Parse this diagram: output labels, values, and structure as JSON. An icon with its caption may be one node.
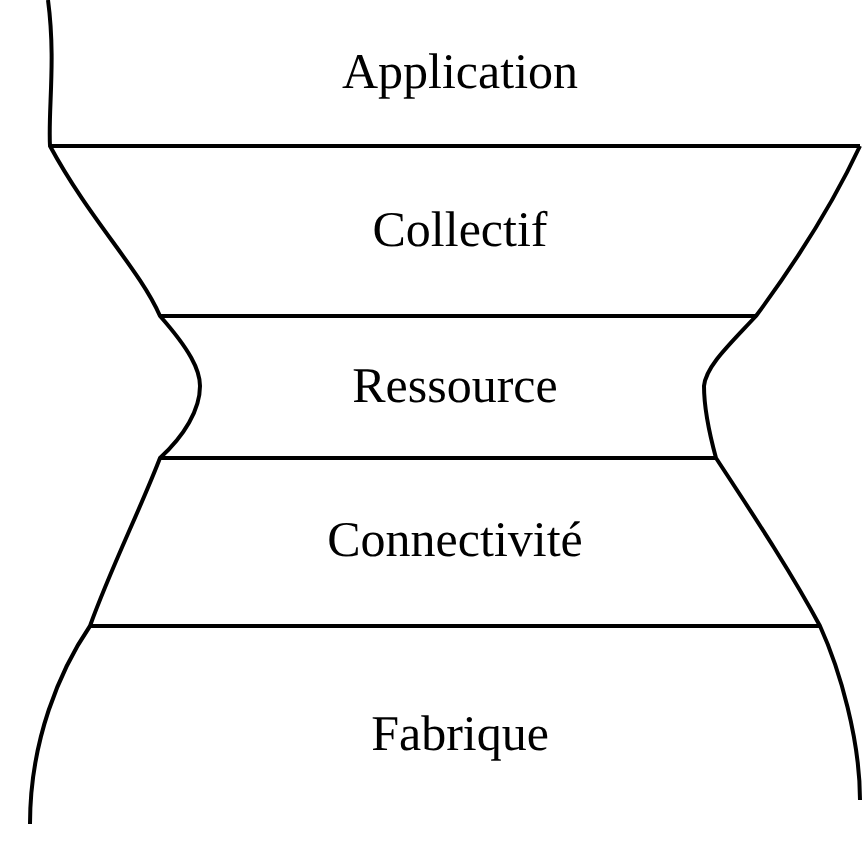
{
  "diagram": {
    "nodes": [
      {
        "text": [
          "Application"
        ]
      },
      {
        "text": [
          "Collectif"
        ]
      },
      {
        "text": [
          "Ressource"
        ]
      },
      {
        "text": [
          "Connectivité"
        ]
      },
      {
        "text": [
          "Fabrique"
        ]
      }
    ]
  }
}
